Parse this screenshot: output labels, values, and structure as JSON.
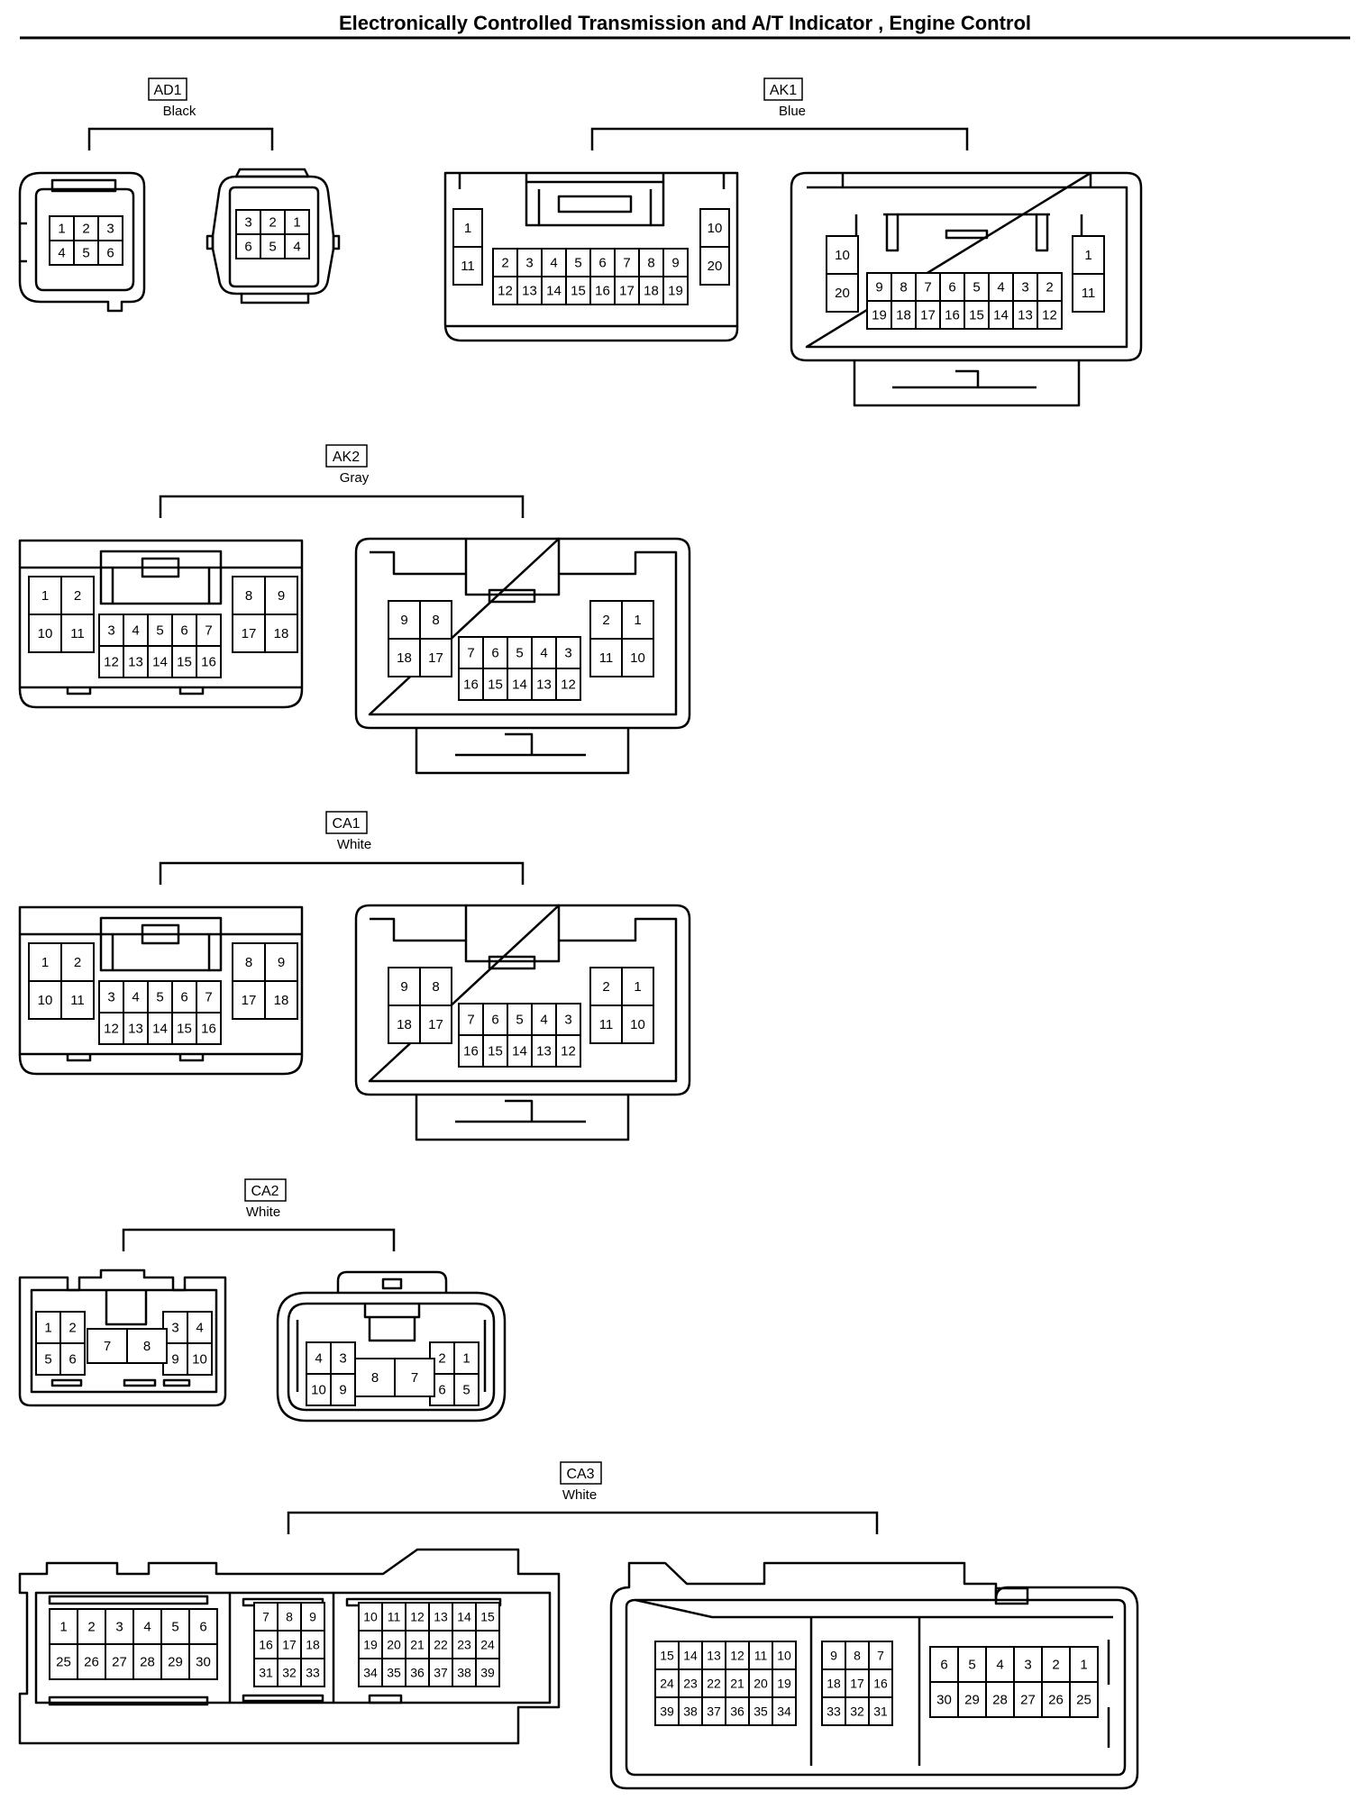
{
  "title": "Electronically Controlled Transmission and A/T Indicator , Engine Control",
  "connectors": [
    {
      "id": "AD1",
      "color": "Black"
    },
    {
      "id": "AK1",
      "color": "Blue"
    },
    {
      "id": "AK2",
      "color": "Gray"
    },
    {
      "id": "CA1",
      "color": "White"
    },
    {
      "id": "CA2",
      "color": "White"
    },
    {
      "id": "CA3",
      "color": "White"
    }
  ]
}
